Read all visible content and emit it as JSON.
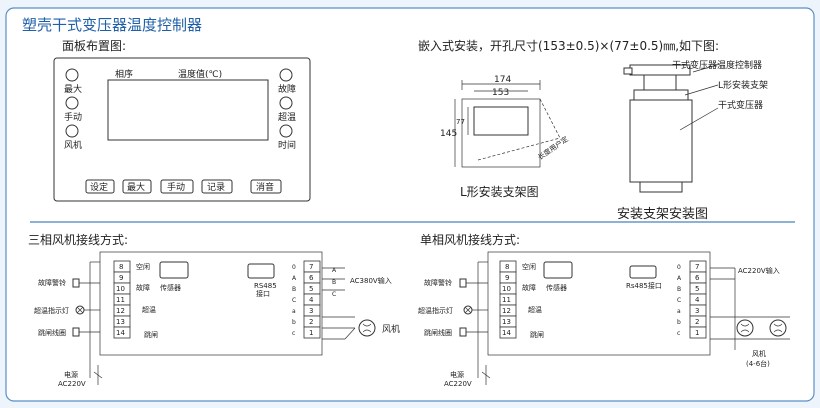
{
  "title": "塑壳干式变压器温度控制器",
  "panel": {
    "heading": "面板布置图:",
    "seq_label": "相序",
    "temp_label": "温度值(℃)",
    "left_leds": [
      "最大",
      "手动",
      "风机"
    ],
    "right_leds": [
      "故障",
      "超温",
      "时间"
    ],
    "buttons": [
      "设定",
      "最大",
      "手动",
      "记录",
      "消音"
    ]
  },
  "mounting": {
    "text": "嵌入式安装，开孔尺寸(153±0.5)×(77±0.5)㎜,如下图:",
    "dim_174": "174",
    "dim_153": "153",
    "dim_145": "145",
    "dim_77": "77",
    "user_label": "长度用户定",
    "bracket_caption": "L形安装支架图",
    "assembly_caption": "安装支架安装图",
    "label_controller": "干式变压器温度控制器",
    "label_bracket": "L形安装支架",
    "label_transformer": "干式变压器"
  },
  "three_phase": {
    "heading": "三相风机接线方式:",
    "terminals_left": [
      "8",
      "9",
      "10",
      "11",
      "12",
      "13",
      "14"
    ],
    "terminals_right": [
      "7",
      "6",
      "5",
      "4",
      "3",
      "2",
      "1"
    ],
    "right_letters": [
      "0",
      "A",
      "B",
      "C",
      "a",
      "b",
      "c"
    ],
    "label_empty": "空闲",
    "label_fault": "故障",
    "label_sensor": "传感器",
    "label_overtemp": "超温",
    "label_trip": "跳闸",
    "label_rs485": "RS485",
    "label_port": "接口",
    "label_ac380": "AC380V输入",
    "label_fan": "风机",
    "left_fault_alarm": "故障警铃",
    "left_overtemp_light": "超温指示灯",
    "left_trip_coil": "跳闸线圈",
    "power_label": "电源",
    "power_value": "AC220V",
    "conn_a": "A",
    "conn_b": "B",
    "conn_c": "C"
  },
  "single_phase": {
    "heading": "单相风机接线方式:",
    "terminals_left": [
      "8",
      "9",
      "10",
      "11",
      "12",
      "13",
      "14"
    ],
    "terminals_right": [
      "7",
      "6",
      "5",
      "4",
      "3",
      "2",
      "1"
    ],
    "right_letters": [
      "0",
      "A",
      "B",
      "C",
      "a",
      "b",
      "c"
    ],
    "label_empty": "空闲",
    "label_fault": "故障",
    "label_sensor": "传感器",
    "label_overtemp": "超温",
    "label_trip": "跳闸",
    "label_rs485": "Rs485接口",
    "label_ac220": "AC220V输入",
    "label_fan": "风机",
    "label_fan_count": "(4-6台)",
    "left_fault_alarm": "故障警铃",
    "left_overtemp_light": "超温指示灯",
    "left_trip_coil": "跳闸线圈",
    "power_label": "电源",
    "power_value": "AC220V"
  }
}
